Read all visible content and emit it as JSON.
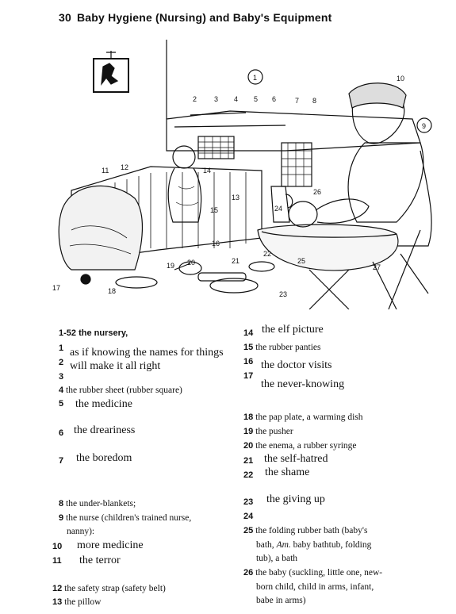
{
  "page_title": {
    "number": "30",
    "text": "Baby Hygiene (Nursing) and Baby's Equipment"
  },
  "illustration": {
    "circle_label": "1",
    "circle_label_9": "9",
    "callouts": [
      "2",
      "3",
      "4",
      "5",
      "6",
      "7",
      "8",
      "10",
      "11",
      "12",
      "13",
      "14",
      "15",
      "16",
      "17",
      "18",
      "19",
      "20",
      "21",
      "22",
      "23",
      "24",
      "25",
      "26",
      "27"
    ]
  },
  "left_column": {
    "heading_num": "1-52",
    "heading_text": "the nursery,",
    "n1": "1",
    "n2": "2",
    "n3": "3",
    "poem_line1": "as if knowing the names for things",
    "poem_line2": "will make it all right",
    "item4_num": "4",
    "item4_text": "the rubber sheet (rubber square)",
    "n5": "5",
    "item5_big": "the medicine",
    "n6": "6",
    "item6_big": "the dreariness",
    "n7": "7",
    "item7_big": "the boredom",
    "item8_num": "8",
    "item8_text": "the under-blankets;",
    "item9_num": "9",
    "item9_text1": "the nurse (children's trained nurse,",
    "item9_text2": "nanny):",
    "n10": "10",
    "item10_big": "more medicine",
    "n11": "11",
    "item11_big": "the terror",
    "item12_num": "12",
    "item12_text": "the safety strap (safety belt)",
    "item13_num": "13",
    "item13_text": "the pillow"
  },
  "right_column": {
    "n14": "14",
    "item14_big": "the elf picture",
    "item15_num": "15",
    "item15_text": "the rubber panties",
    "n16": "16",
    "n17": "17",
    "item16_big": "the doctor visits",
    "item17_big": "the never-knowing",
    "item18_num": "18",
    "item18_text": "the pap plate, a warming dish",
    "item19_num": "19",
    "item19_text": "the pusher",
    "item20_num": "20",
    "item20_text": "the enema, a rubber syringe",
    "n21": "21",
    "item21_big": "the self-hatred",
    "n22": "22",
    "item22_big": "the shame",
    "n23": "23",
    "item23_big": "the giving up",
    "n24": "24",
    "item25_num": "25",
    "item25_text1": "the folding rubber bath (baby's",
    "item25_text2_a": "bath, ",
    "item25_text2_am": "Am.",
    "item25_text2_b": " baby bathtub, folding",
    "item25_text3": "tub), a bath",
    "item26_num": "26",
    "item26_text1": "the baby (suckling, little one, new-",
    "item26_text2": "born child, child in arms, infant,",
    "item26_text3": "babe in arms)"
  }
}
